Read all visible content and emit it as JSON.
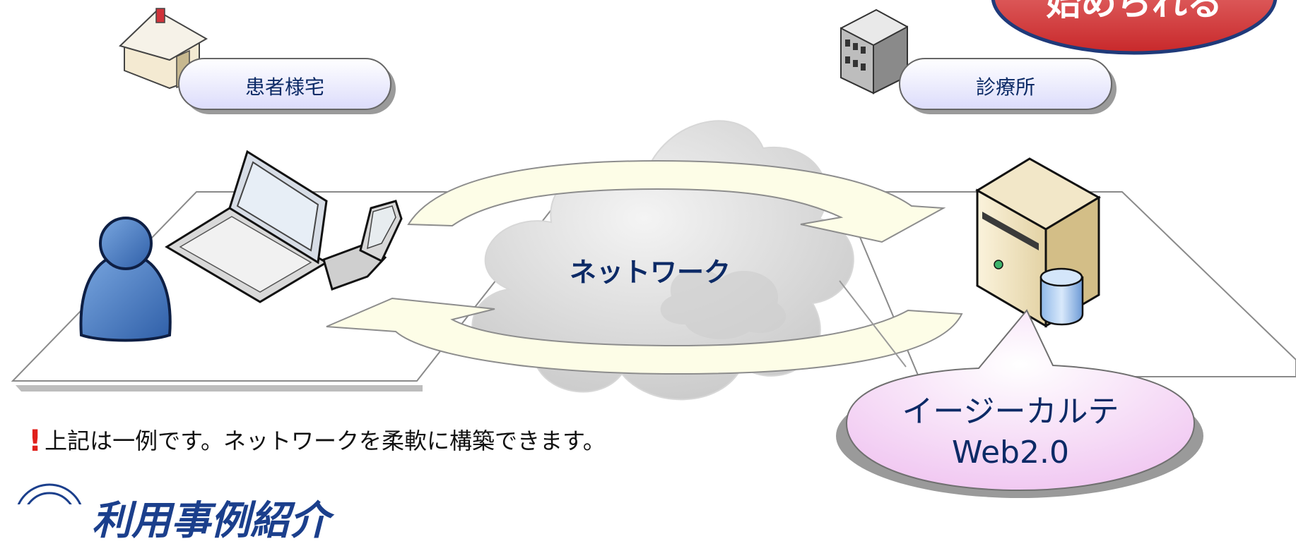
{
  "labels": {
    "home": "患者様宅",
    "clinic": "診療所",
    "network": "ネットワーク",
    "system_name_line1": "イージーカルテ",
    "system_name_line2": "Web2.0"
  },
  "badge": {
    "text": "始められる"
  },
  "note": {
    "text": "上記は一例です。ネットワークを柔軟に構築できます。",
    "mark": "!"
  },
  "bottom_title": {
    "text": "利用事例紹介"
  },
  "icons": [
    "house-icon",
    "office-building-icon",
    "user-icon",
    "laptop-icon",
    "flip-phone-icon",
    "server-icon",
    "database-icon",
    "cloud-icon",
    "exclamation-icon",
    "circle-logo-icon"
  ],
  "colors": {
    "label_text": "#0c2a66",
    "bubble_fill": "#eeeefe",
    "arrow_fill": "#fdfde7",
    "speech_fill": "#f5d9f5",
    "badge_fill": "#d9403f",
    "note_mark": "#e0201b"
  }
}
